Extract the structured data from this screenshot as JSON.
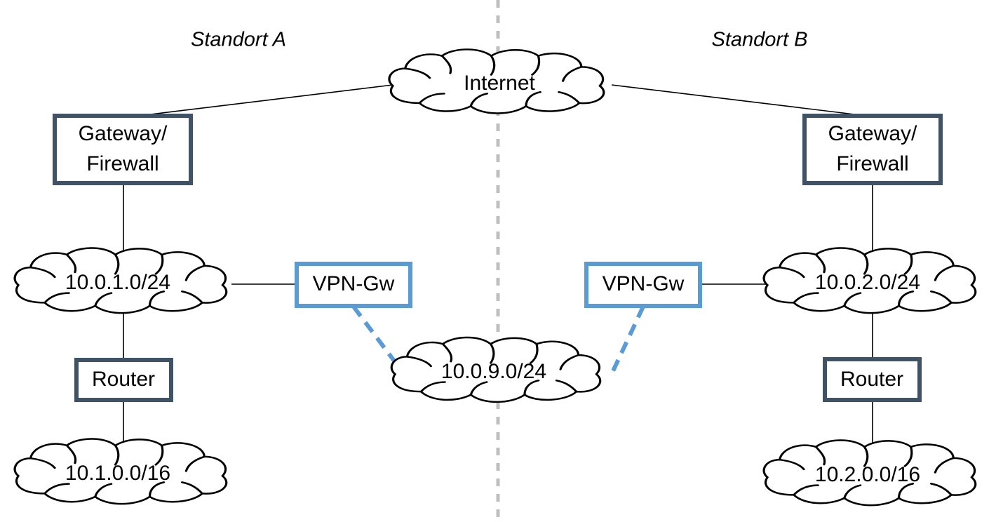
{
  "diagram": {
    "title_left": "Standort A",
    "title_right": "Standort B",
    "colors": {
      "box_border_dark": "#3f5266",
      "box_border_blue": "#5b9bd5",
      "tunnel": "#5b9bd5",
      "divider": "#bfbfbf",
      "line": "#000000",
      "background": "#ffffff"
    },
    "nodes": {
      "internet_cloud": "Internet",
      "gateway_left": {
        "line1": "Gateway/",
        "line2": "Firewall"
      },
      "gateway_right": {
        "line1": "Gateway/",
        "line2": "Firewall"
      },
      "subnet_left": "10.0.1.0/24",
      "subnet_right": "10.0.2.0/24",
      "vpn_gw_left": "VPN-Gw",
      "vpn_gw_right": "VPN-Gw",
      "tunnel_cloud": "10.0.9.0/24",
      "router_left": "Router",
      "router_right": "Router",
      "lan_left": "10.1.0.0/16",
      "lan_right": "10.2.0.0/16"
    }
  }
}
